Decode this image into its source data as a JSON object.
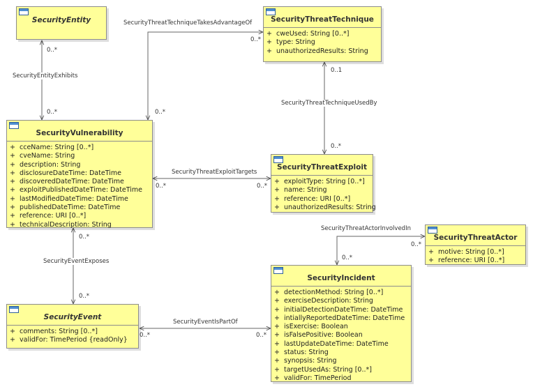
{
  "classes": {
    "security_entity": {
      "name": "SecurityEntity",
      "attributes": []
    },
    "security_threat_technique": {
      "name": "SecurityThreatTechnique",
      "attributes": [
        {
          "vis": "+",
          "text": "cweUsed: String [0..*]"
        },
        {
          "vis": "+",
          "text": "type: String"
        },
        {
          "vis": "+",
          "text": "unauthorizedResults: String"
        }
      ]
    },
    "security_vulnerability": {
      "name": "SecurityVulnerability",
      "attributes": [
        {
          "vis": "+",
          "text": "cceName: String [0..*]"
        },
        {
          "vis": "+",
          "text": "cveName: String"
        },
        {
          "vis": "+",
          "text": "description: String"
        },
        {
          "vis": "+",
          "text": "disclosureDateTime: DateTime"
        },
        {
          "vis": "+",
          "text": "discoveredDateTime: DateTime"
        },
        {
          "vis": "+",
          "text": "exploitPublishedDateTime: DateTime"
        },
        {
          "vis": "+",
          "text": "lastModifiedDateTime: DateTime"
        },
        {
          "vis": "+",
          "text": "publishedDateTime: DateTime"
        },
        {
          "vis": "+",
          "text": "reference: URI [0..*]"
        },
        {
          "vis": "+",
          "text": "technicalDescription: String"
        }
      ]
    },
    "security_threat_exploit": {
      "name": "SecurityThreatExploit",
      "attributes": [
        {
          "vis": "+",
          "text": "exploitType: String [0..*]"
        },
        {
          "vis": "+",
          "text": "name: String"
        },
        {
          "vis": "+",
          "text": "reference: URI [0..*]"
        },
        {
          "vis": "+",
          "text": "unauthorizedResults: String"
        }
      ]
    },
    "security_threat_actor": {
      "name": "SecurityThreatActor",
      "attributes": [
        {
          "vis": "+",
          "text": "motive: String [0..*]"
        },
        {
          "vis": "+",
          "text": "reference: URI [0..*]"
        }
      ]
    },
    "security_incident": {
      "name": "SecurityIncident",
      "attributes": [
        {
          "vis": "+",
          "text": "detectionMethod: String [0..*]"
        },
        {
          "vis": "+",
          "text": "exerciseDescription: String"
        },
        {
          "vis": "+",
          "text": "initialDetectionDateTime: DateTime"
        },
        {
          "vis": "+",
          "text": "intiallyReportedDateTime: DateTime"
        },
        {
          "vis": "+",
          "text": "isExercise: Boolean"
        },
        {
          "vis": "+",
          "text": "isFalsePositive: Boolean"
        },
        {
          "vis": "+",
          "text": "lastUpdateDateTime: DateTime"
        },
        {
          "vis": "+",
          "text": "status: String"
        },
        {
          "vis": "+",
          "text": "synopsis: String"
        },
        {
          "vis": "+",
          "text": "targetUsedAs: String [0..*]"
        },
        {
          "vis": "+",
          "text": "validFor: TimePeriod"
        }
      ]
    },
    "security_event": {
      "name": "SecurityEvent",
      "attributes": [
        {
          "vis": "+",
          "text": "comments: String [0..*]"
        },
        {
          "vis": "+",
          "text": "validFor: TimePeriod {readOnly}"
        }
      ]
    }
  },
  "associations": {
    "security_entity_exhibits": {
      "label": "SecurityEntityExhibits",
      "mult_source": "0..*",
      "mult_target": "0..*"
    },
    "takes_advantage_of": {
      "label": "SecurityThreatTechniqueTakesAdvantageOf",
      "mult_source": "0..*",
      "mult_target": "0..*"
    },
    "technique_used_by": {
      "label": "SecurityThreatTechniqueUsedBy",
      "mult_source": "0..1",
      "mult_target": "0..*"
    },
    "exploit_targets": {
      "label": "SecurityThreatExploitTargets",
      "mult_source": "0..*",
      "mult_target": "0..*"
    },
    "actor_involved_in": {
      "label": "SecurityThreatActorInvolvedIn",
      "mult_source": "0..*",
      "mult_target": "0..*"
    },
    "event_exposes": {
      "label": "SecurityEventExposes",
      "mult_source": "0..*",
      "mult_target": "0..*"
    },
    "event_is_part_of": {
      "label": "SecurityEventIsPartOf",
      "mult_source": "0..*",
      "mult_target": "0..*"
    }
  }
}
